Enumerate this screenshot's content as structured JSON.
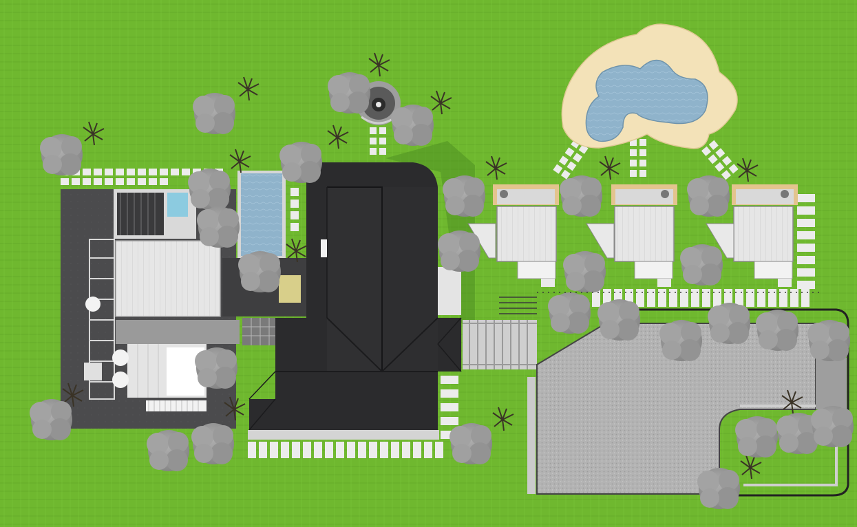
{
  "plan": {
    "title": "",
    "colors": {
      "lawn": "#6fb82f",
      "lawn_dark": "#5ea526",
      "roof_dark": "#2b2b2d",
      "roof_ridge": "#1a1a1c",
      "paving_dark": "#4a4a4c",
      "paving_gravel": "#b5b5b5",
      "deck_light": "#e8e8e8",
      "water": "#8fb4cc",
      "sand": "#f3e2b8",
      "tree": "#9a9a9a",
      "tree_dark": "#7d7d7d",
      "shrub": "#3a3326",
      "stone": "#ececec"
    },
    "elements": [
      "main-house-roof",
      "west-wing",
      "lap-pool",
      "pond",
      "sand-beach",
      "fire-pit",
      "cabin-1",
      "cabin-2",
      "cabin-3",
      "gravel-parking",
      "trees",
      "stepping-stones"
    ]
  }
}
